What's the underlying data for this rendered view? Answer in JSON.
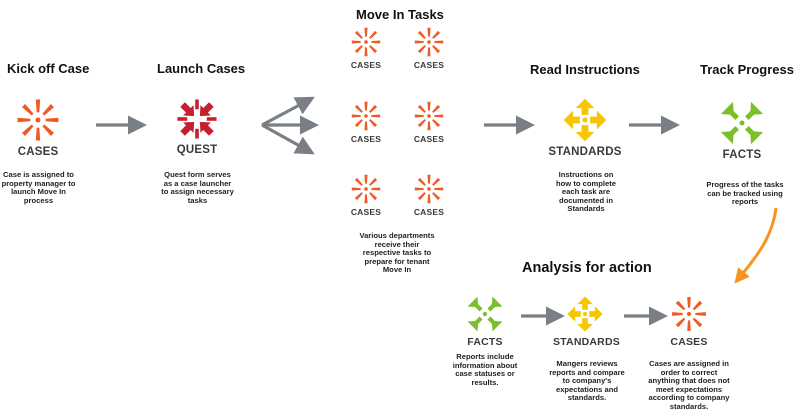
{
  "colors": {
    "cases": "#ef5a24",
    "quest": "#c4202f",
    "standards": "#f6c700",
    "facts": "#7bbf2a",
    "arrow": "#7a7f85",
    "curve": "#f7931e"
  },
  "top": {
    "kickoff": {
      "title": "Kick off Case",
      "label": "CASES",
      "desc": "Case is assigned to property manager to launch Move In process"
    },
    "launch": {
      "title": "Launch Cases",
      "label": "QUEST",
      "desc": "Quest form serves as a case launcher to assign necessary tasks"
    },
    "movein": {
      "title": "Move In Tasks",
      "tile_label": "CASES",
      "desc": "Various departments receive their respective tasks to prepare for tenant Move In"
    },
    "read": {
      "title": "Read Instructions",
      "label": "STANDARDS",
      "desc": "Instructions on how to complete each task are documented in Standards"
    },
    "track": {
      "title": "Track Progress",
      "label": "FACTS",
      "desc": "Progress of the tasks can be tracked using reports"
    }
  },
  "analysis": {
    "title": "Analysis for action",
    "facts": {
      "label": "FACTS",
      "desc": "Reports include information about case statuses or results."
    },
    "standards": {
      "label": "STANDARDS",
      "desc": "Mangers reviews reports and compare to company's expectations and standards."
    },
    "cases": {
      "label": "CASES",
      "desc": "Cases are assigned in order to correct anything that does not meet expectations according to company standards."
    }
  }
}
